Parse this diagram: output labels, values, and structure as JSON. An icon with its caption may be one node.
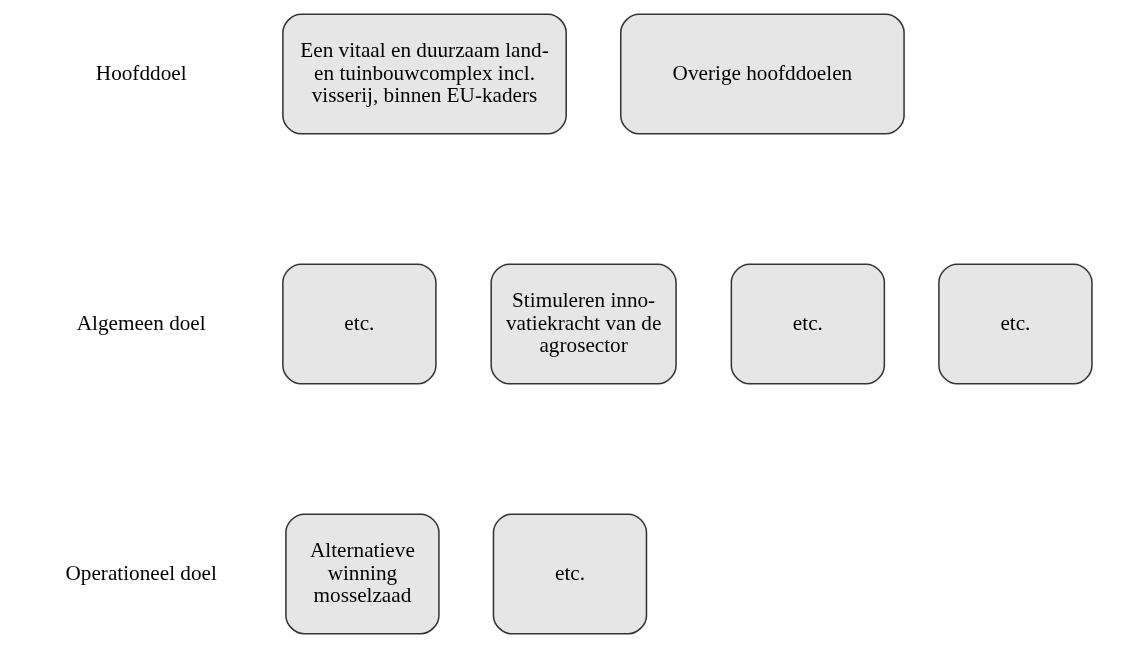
{
  "diagram": {
    "nodes": [
      {
        "text": [
          "Een vitaal en duurzaam land- en tuinbouwcomplex incl. visserij, binnen EU-kaders"
        ]
      },
      {
        "text": [
          "Overige hoofddoelen"
        ]
      },
      {
        "text": [
          "etc."
        ]
      },
      {
        "text": [
          "Stimuleren inno- vatiekracht van de agrosector"
        ]
      },
      {
        "text": [
          "etc."
        ]
      },
      {
        "text": [
          "etc."
        ]
      },
      {
        "text": [
          "Alternatieve winning mosselzaad"
        ]
      },
      {
        "text": [
          "etc."
        ]
      }
    ],
    "edges": [],
    "labels": [
      "Hoofddoel",
      "Algemeen doel",
      "Operationeel doel"
    ]
  }
}
